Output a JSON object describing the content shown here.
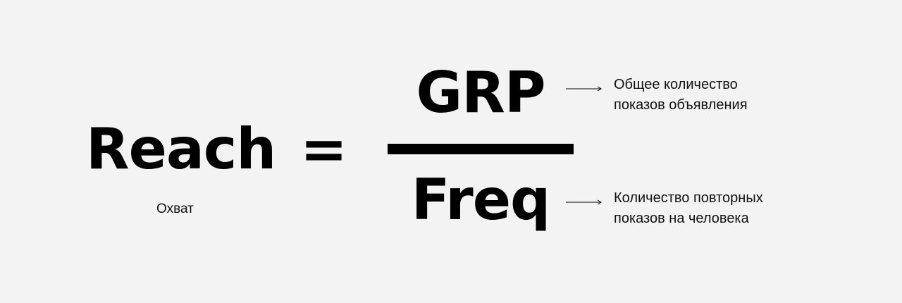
{
  "formula": {
    "lhs": "Reach",
    "equals": "=",
    "lhs_caption": "Охват",
    "numerator": "GRP",
    "denominator": "Freq"
  },
  "notes": {
    "numerator": "Общее количество\nпоказов объявления",
    "denominator": "Количество повторных\nпоказов на человека"
  },
  "icons": {
    "pointer": "right-arrow-icon"
  },
  "colors": {
    "background": "#f3f3f3",
    "text": "#000000"
  }
}
